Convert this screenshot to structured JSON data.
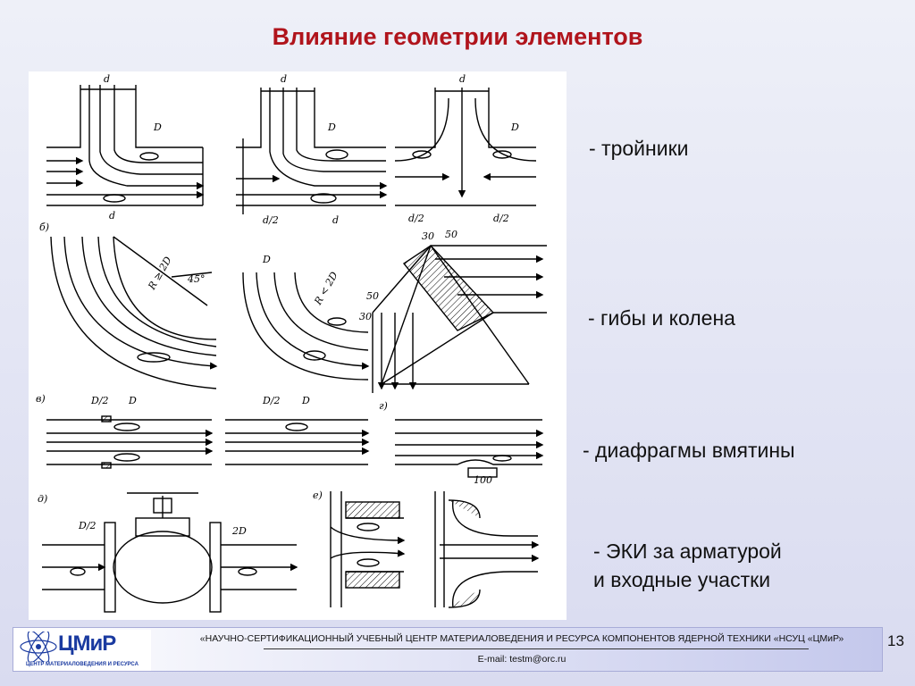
{
  "title": "Влияние геометрии элементов",
  "bullets": [
    "- тройники",
    "- гибы и колена",
    "- диафрагмы вмятины",
    "- ЭКИ за арматурой",
    "и входные участки"
  ],
  "figure_labels": {
    "d": "d",
    "D": "D",
    "d2": "d/2",
    "D2": "D/2",
    "twoD": "2D",
    "R_ge": "R ≥ 2D",
    "R_lt": "R < 2D",
    "angle": "45°",
    "n30": "30",
    "n50": "50",
    "n100": "100",
    "b": "б)",
    "v": "в)",
    "g": "г)",
    "dd": "д)",
    "e": "е)"
  },
  "footer": {
    "logo_text": "ЦМиР",
    "logo_sub": "ЦЕНТР МАТЕРИАЛОВЕДЕНИЯ И РЕСУРСА",
    "org": "«НАУЧНО-СЕРТИФИКАЦИОННЫЙ УЧЕБНЫЙ ЦЕНТР МАТЕРИАЛОВЕДЕНИЯ И РЕСУРСА КОМПОНЕНТОВ ЯДЕРНОЙ ТЕХНИКИ «НСУЦ «ЦМиР»",
    "email": "E-mail: testm@orc.ru"
  },
  "page_number": "13",
  "colors": {
    "title": "#b0141c",
    "logo": "#1a3aa0"
  }
}
